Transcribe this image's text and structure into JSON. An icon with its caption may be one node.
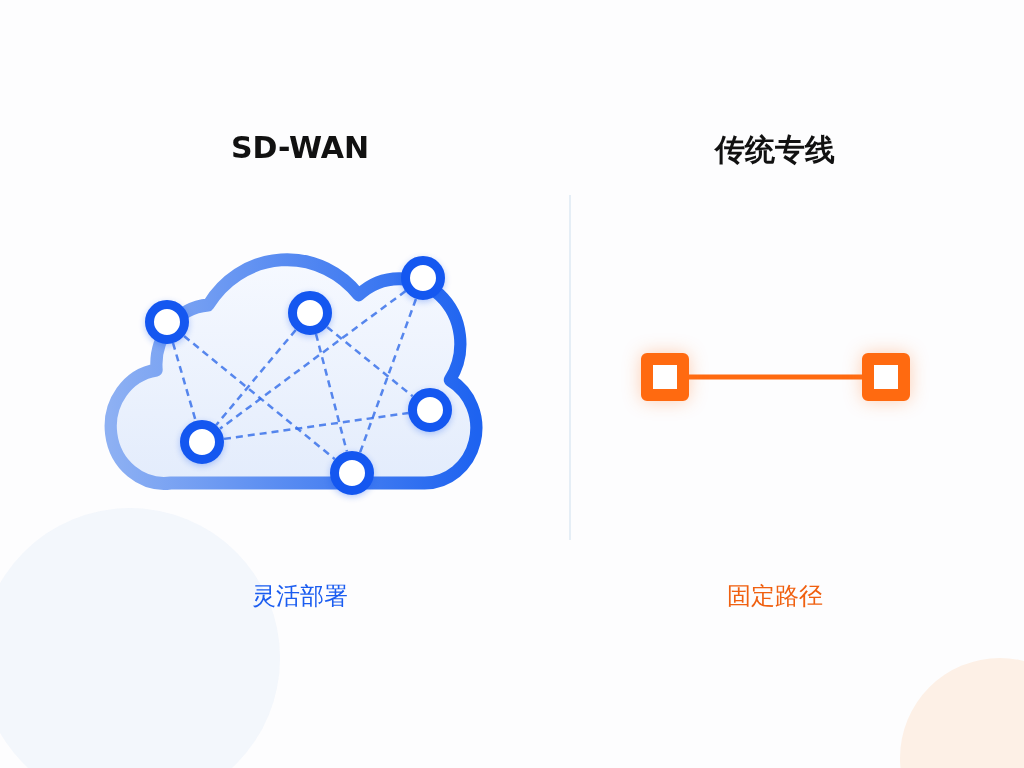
{
  "diagram": {
    "nodes": [
      {
        "text": [],
        "shape": "cloud"
      },
      {
        "text": [],
        "shape": "circle",
        "in": 0
      },
      {
        "text": [],
        "shape": "circle",
        "in": 0
      },
      {
        "text": [],
        "shape": "circle",
        "in": 0
      },
      {
        "text": [],
        "shape": "circle",
        "in": 0
      },
      {
        "text": [],
        "shape": "circle",
        "in": 0
      },
      {
        "text": [],
        "shape": "circle",
        "in": 0
      },
      {
        "text": [],
        "shape": "box"
      },
      {
        "text": [],
        "shape": "box"
      }
    ],
    "edges": [
      {
        "from": 1,
        "to": 5,
        "arrow": "none",
        "style": "dashed"
      },
      {
        "from": 1,
        "to": 6,
        "arrow": "none",
        "style": "dashed"
      },
      {
        "from": 2,
        "to": 4,
        "arrow": "none",
        "style": "dashed"
      },
      {
        "from": 2,
        "to": 5,
        "arrow": "none",
        "style": "dashed"
      },
      {
        "from": 2,
        "to": 6,
        "arrow": "none",
        "style": "dashed"
      },
      {
        "from": 3,
        "to": 5,
        "arrow": "none",
        "style": "dashed"
      },
      {
        "from": 3,
        "to": 6,
        "arrow": "none",
        "style": "dashed"
      },
      {
        "from": 5,
        "to": 4,
        "arrow": "none",
        "style": "dashed"
      },
      {
        "from": 7,
        "to": 8,
        "arrow": "none",
        "style": "thick",
        "color": "#ff6a10"
      }
    ],
    "labels": [
      "SD-WAN",
      "传统专线",
      "灵活部署",
      "固定路径"
    ]
  }
}
